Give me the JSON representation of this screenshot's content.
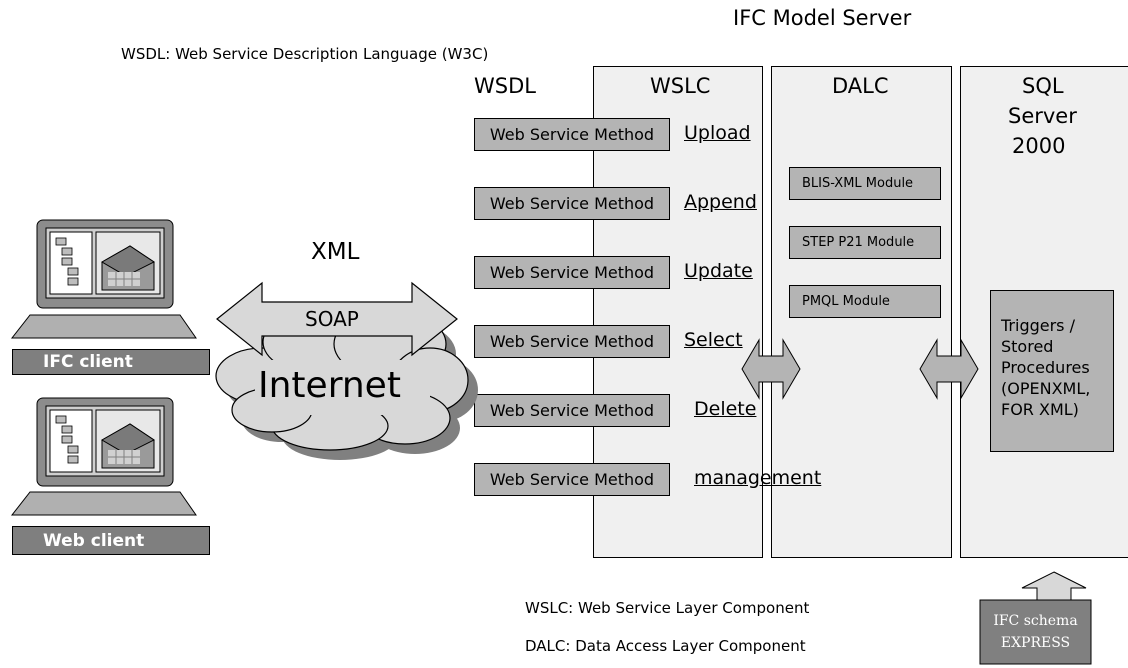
{
  "title": "IFC Model Server",
  "wsdl_note": "WSDL: Web Service Description Language  (W3C)",
  "headers": {
    "wsdl": "WSDL",
    "wslc": "WSLC",
    "dalc": "DALC",
    "sql_line1": "SQL",
    "sql_line2": "Server",
    "sql_line3": "2000"
  },
  "method_label": "Web Service Method",
  "methods": [
    {
      "label": "Web Service Method",
      "operation": "Upload"
    },
    {
      "label": "Web Service Method",
      "operation": "Append"
    },
    {
      "label": "Web Service Method",
      "operation": "Update"
    },
    {
      "label": "Web Service Method",
      "operation": "Select"
    },
    {
      "label": "Web Service Method",
      "operation": "Delete"
    },
    {
      "label": "Web Service Method",
      "operation": "management"
    }
  ],
  "modules": [
    "BLIS-XML Module",
    "STEP P21 Module",
    "PMQL Module"
  ],
  "triggers": [
    "Triggers /",
    "Stored",
    "Procedures",
    "(OPENXML,",
    "FOR XML)"
  ],
  "xml_label": "XML",
  "soap_label": "SOAP",
  "internet_label": "Internet",
  "clients": [
    "IFC client",
    "Web client"
  ],
  "footnotes": {
    "wslc": "WSLC: Web Service Layer Component",
    "dalc": "DALC: Data Access Layer Component"
  },
  "schema": {
    "line1": "IFC schema",
    "line2": "EXPRESS"
  },
  "colors": {
    "box_fill": "#b4b4b4",
    "panel_fill": "#f0f0f0",
    "client_label": "#7f7f7f",
    "cloud": "#d8d8d8"
  }
}
